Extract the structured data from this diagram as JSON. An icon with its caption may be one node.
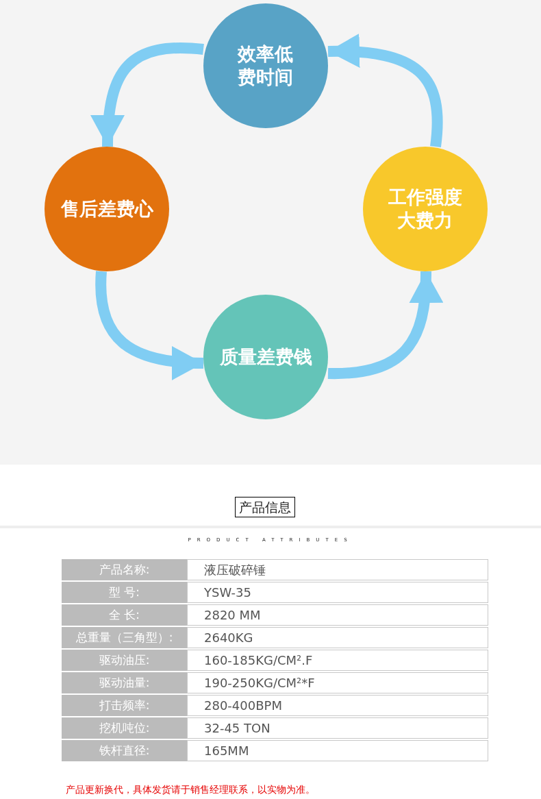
{
  "diagram": {
    "nodes": [
      {
        "text": [
          "效率低费时间"
        ]
      },
      {
        "text": [
          "售后差费心"
        ]
      },
      {
        "text": [
          "工作强度大费力"
        ]
      },
      {
        "text": [
          "质量差费钱"
        ]
      }
    ],
    "edges": [
      {
        "from": 0,
        "to": 1,
        "arrow": "to"
      },
      {
        "from": 1,
        "to": 3,
        "arrow": "to"
      },
      {
        "from": 3,
        "to": 2,
        "arrow": "to"
      },
      {
        "from": 2,
        "to": 0,
        "arrow": "to"
      }
    ],
    "labels": [
      "产品信息",
      "PRODUCT ATTRIBUTES",
      "产品名称:",
      "液压破碎锤",
      "型 号:",
      "YSW-35",
      "全 长:",
      "2820 MM",
      "总重量（三角型）:",
      "2640KG",
      "驱动油压:",
      "160-185KG/CM².F",
      "驱动油量:",
      "190-250KG/CM²*F",
      "打击频率:",
      "280-400BPM",
      "挖机吨位:",
      "32-45 TON",
      "铁杆直径:",
      "165MM",
      "产品更新换代，具体发货请于销售经理联系，以实物为准。"
    ]
  }
}
